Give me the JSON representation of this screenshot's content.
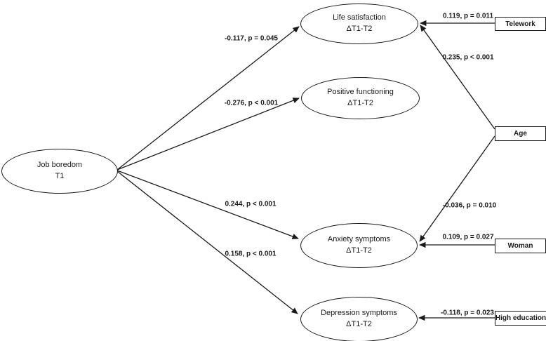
{
  "figure": {
    "type": "sem-path-diagram",
    "colors": {
      "background": "#ffffff",
      "stroke": "#1a1a1a",
      "text": "#1a1a1a"
    },
    "nodes": {
      "job_boredom": {
        "label": "Job boredom",
        "sublabel": "T1"
      },
      "life_satisfaction": {
        "label": "Life satisfaction",
        "sublabel": "ΔT1-T2"
      },
      "positive_functioning": {
        "label": "Positive functioning",
        "sublabel": "ΔT1-T2"
      },
      "anxiety_symptoms": {
        "label": "Anxiety symptoms",
        "sublabel": "ΔT1-T2"
      },
      "depression_symptoms": {
        "label": "Depression symptoms",
        "sublabel": "ΔT1-T2"
      }
    },
    "covariates": {
      "telework": {
        "label": "Telework"
      },
      "age": {
        "label": "Age"
      },
      "woman": {
        "label": "Woman"
      },
      "high_education": {
        "label": "High education"
      }
    },
    "paths": [
      {
        "from": "Job boredom T1",
        "to": "Life satisfaction ΔT1-T2",
        "label": "-0.117, p = 0.045"
      },
      {
        "from": "Job boredom T1",
        "to": "Positive functioning ΔT1-T2",
        "label": "-0.276, p < 0.001"
      },
      {
        "from": "Job boredom T1",
        "to": "Anxiety symptoms ΔT1-T2",
        "label": "0.244, p < 0.001"
      },
      {
        "from": "Job boredom T1",
        "to": "Depression symptoms ΔT1-T2",
        "label": "0.158, p < 0.001"
      },
      {
        "from": "Telework",
        "to": "Life satisfaction ΔT1-T2",
        "label": "0.119, p = 0.011"
      },
      {
        "from": "Age",
        "to": "Life satisfaction ΔT1-T2",
        "label": "0.235, p < 0.001"
      },
      {
        "from": "Age",
        "to": "Anxiety symptoms ΔT1-T2",
        "label": "-0.036, p = 0.010"
      },
      {
        "from": "Woman",
        "to": "Anxiety symptoms ΔT1-T2",
        "label": "0.109, p = 0.027"
      },
      {
        "from": "High education",
        "to": "Depression symptoms ΔT1-T2",
        "label": "-0.118, p = 0.023"
      }
    ]
  }
}
